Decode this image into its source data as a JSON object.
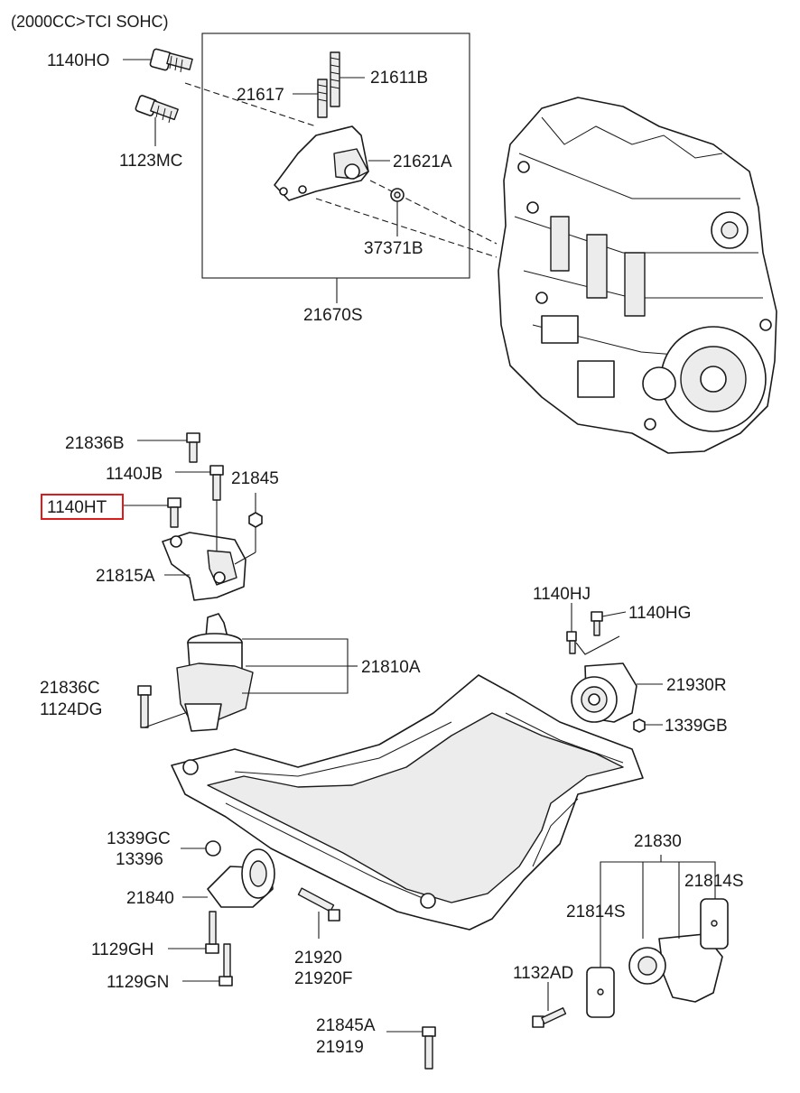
{
  "header": {
    "engine_note": "(2000CC>TCI SOHC)"
  },
  "labels": {
    "l_1140HO": "1140HO",
    "l_1123MC": "1123MC",
    "l_21617": "21617",
    "l_21611B": "21611B",
    "l_21621A": "21621A",
    "l_37371B": "37371B",
    "l_21670S": "21670S",
    "l_21836B": "21836B",
    "l_1140JB": "1140JB",
    "l_21845": "21845",
    "l_1140HT": "1140HT",
    "l_21815A": "21815A",
    "l_1140HJ": "1140HJ",
    "l_1140HG": "1140HG",
    "l_21810A": "21810A",
    "l_21930R": "21930R",
    "l_21836C": "21836C",
    "l_1124DG": "1124DG",
    "l_1339GB": "1339GB",
    "l_21830": "21830",
    "l_1339GC": "1339GC",
    "l_13396": "13396",
    "l_21814S_right": "21814S",
    "l_21840": "21840",
    "l_21814S_left": "21814S",
    "l_1129GH": "1129GH",
    "l_21920": "21920",
    "l_21920F": "21920F",
    "l_1132AD": "1132AD",
    "l_1129GN": "1129GN",
    "l_21845A": "21845A",
    "l_21919": "21919"
  },
  "highlight": {
    "part": "1140HT",
    "color": "#e0191a"
  }
}
